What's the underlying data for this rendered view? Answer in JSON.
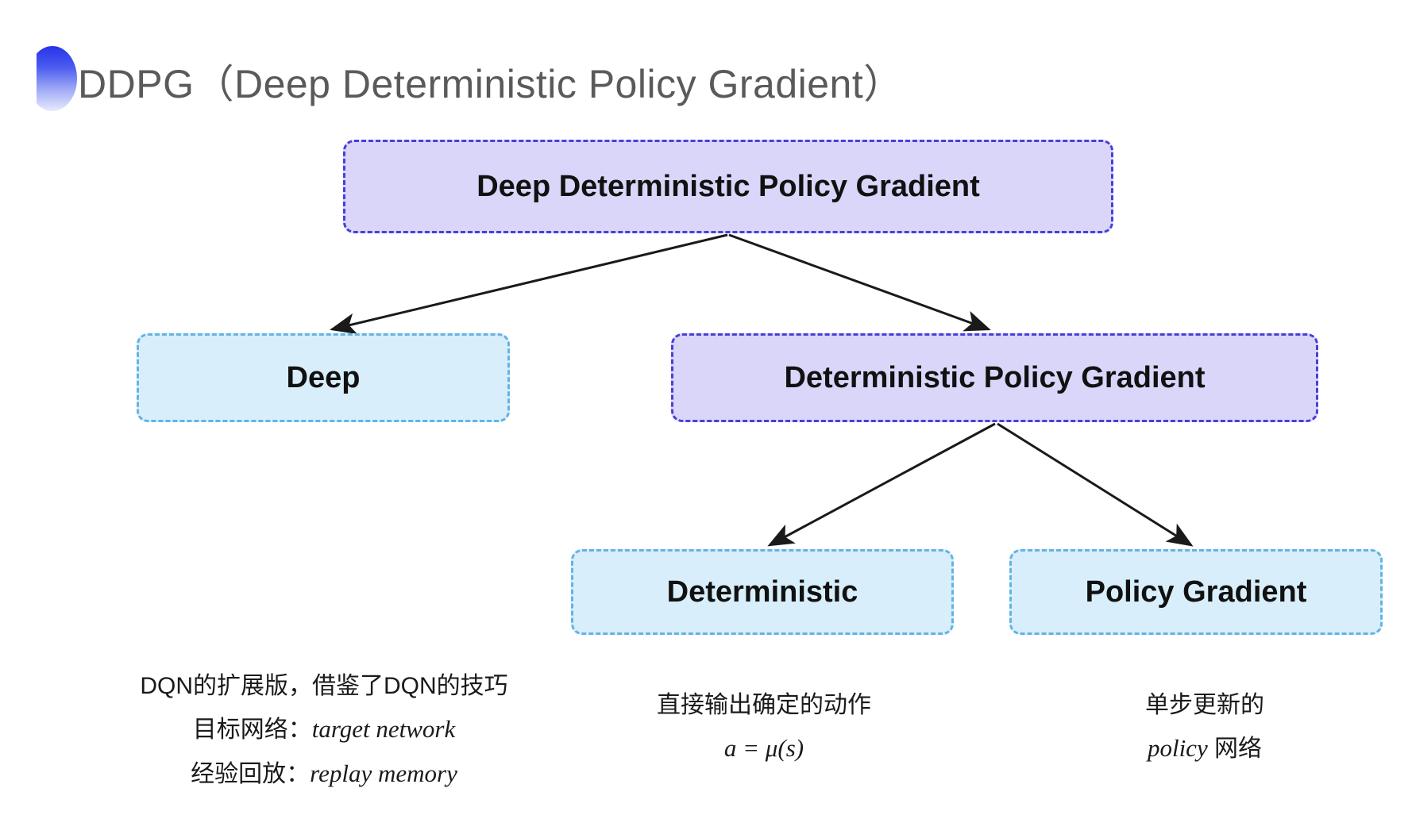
{
  "slide": {
    "title": "DDPG（Deep Deterministic Policy Gradient）",
    "background_color": "#ffffff",
    "title_color": "#5a5a5a",
    "decoration": "blue-gradient-circle"
  },
  "palette": {
    "purple_fill": "#d9d6fa",
    "purple_border": "#4a3fd8",
    "blue_fill": "#d8eefb",
    "blue_border": "#63b3e4",
    "arrow_color": "#1a1a1a"
  },
  "diagram": {
    "nodes": [
      {
        "id": "root",
        "label": "Deep Deterministic Policy Gradient",
        "style": "purple"
      },
      {
        "id": "deep",
        "label": "Deep",
        "style": "blue"
      },
      {
        "id": "dpg",
        "label": "Deterministic Policy Gradient",
        "style": "purple"
      },
      {
        "id": "deterministic",
        "label": "Deterministic",
        "style": "blue"
      },
      {
        "id": "policy_gradient",
        "label": "Policy Gradient",
        "style": "blue"
      }
    ],
    "edges": [
      {
        "from": "root",
        "to": "deep"
      },
      {
        "from": "root",
        "to": "dpg"
      },
      {
        "from": "dpg",
        "to": "deterministic"
      },
      {
        "from": "dpg",
        "to": "policy_gradient"
      }
    ]
  },
  "annotations": {
    "deep": {
      "line1": "DQN的扩展版，借鉴了DQN的技巧",
      "line2_label": "目标网络：",
      "line2_term": "target network",
      "line3_label": "经验回放：",
      "line3_term": "replay memory"
    },
    "deterministic": {
      "line1": "直接输出确定的动作",
      "formula": "a = μ(s)"
    },
    "policy_gradient": {
      "line1": "单步更新的",
      "line2_term": "policy",
      "line2_suffix": " 网络"
    }
  }
}
